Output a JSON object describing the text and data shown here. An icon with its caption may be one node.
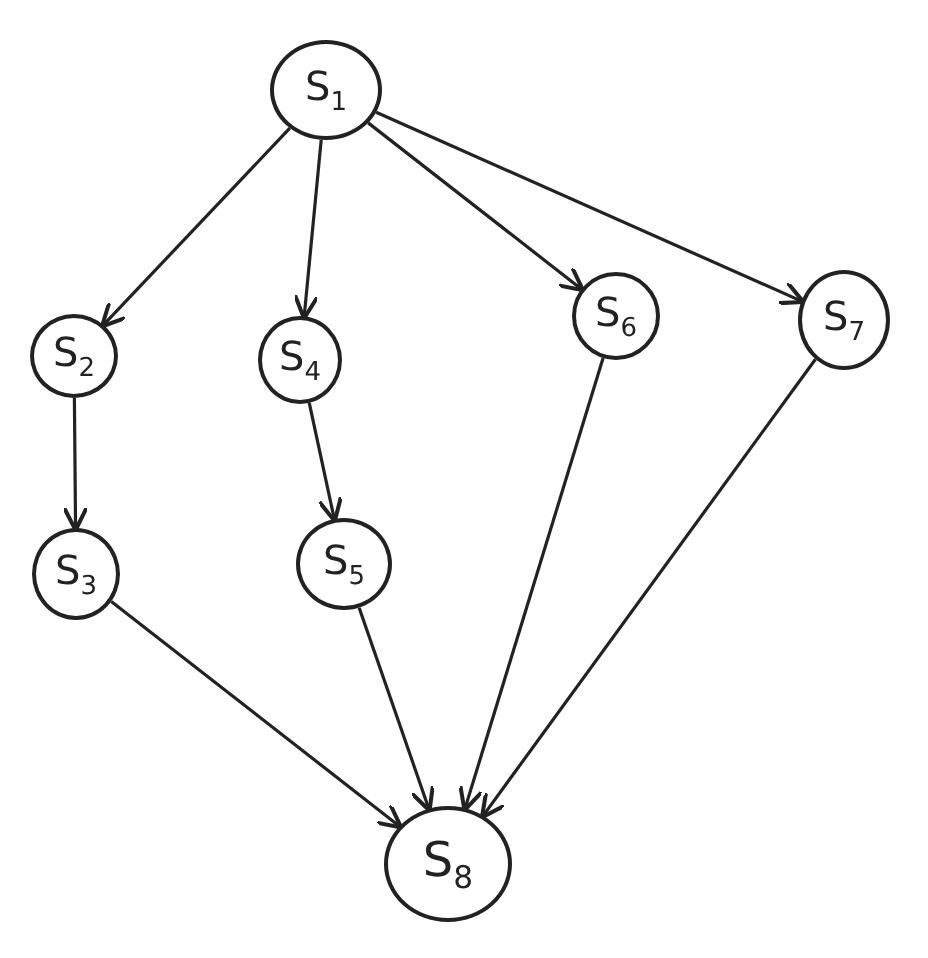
{
  "diagram": {
    "nodes": [
      {
        "text": [
          "S$_{1}$"
        ]
      },
      {
        "text": [
          "S$_{2}$"
        ]
      },
      {
        "text": [
          "S$_{4}$"
        ]
      },
      {
        "text": [
          "S$_{6}$"
        ]
      },
      {
        "text": [
          "S$_{7}$"
        ]
      },
      {
        "text": [
          "S$_{3}$"
        ]
      },
      {
        "text": [
          "S$_{5}$"
        ]
      },
      {
        "text": [
          "S$_{8}$"
        ]
      }
    ],
    "edges": [
      {
        "from": 0,
        "to": 1,
        "arrow": "to"
      },
      {
        "from": 0,
        "to": 2,
        "arrow": "to"
      },
      {
        "from": 0,
        "to": 3,
        "arrow": "to"
      },
      {
        "from": 0,
        "to": 4,
        "arrow": "to"
      },
      {
        "from": 1,
        "to": 5,
        "arrow": "to"
      },
      {
        "from": 2,
        "to": 6,
        "arrow": "to"
      },
      {
        "from": 5,
        "to": 7,
        "arrow": "to"
      },
      {
        "from": 6,
        "to": 7,
        "arrow": "to"
      },
      {
        "from": 3,
        "to": 7,
        "arrow": "to"
      },
      {
        "from": 4,
        "to": 7,
        "arrow": "to"
      }
    ]
  }
}
